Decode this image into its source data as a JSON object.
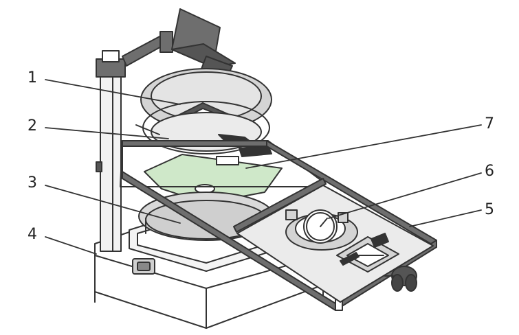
{
  "callouts": [
    {
      "number": "1"
    },
    {
      "number": "2"
    },
    {
      "number": "3"
    },
    {
      "number": "4"
    },
    {
      "number": "5"
    },
    {
      "number": "6"
    },
    {
      "number": "7"
    }
  ],
  "colors": {
    "outline": "#333333",
    "frame": "#6e6e6e",
    "frame_dark": "#555555",
    "lens": "#d4d4d4",
    "glass": "#ebebeb",
    "film": "#cfe8c9",
    "table": "#ffffff"
  }
}
